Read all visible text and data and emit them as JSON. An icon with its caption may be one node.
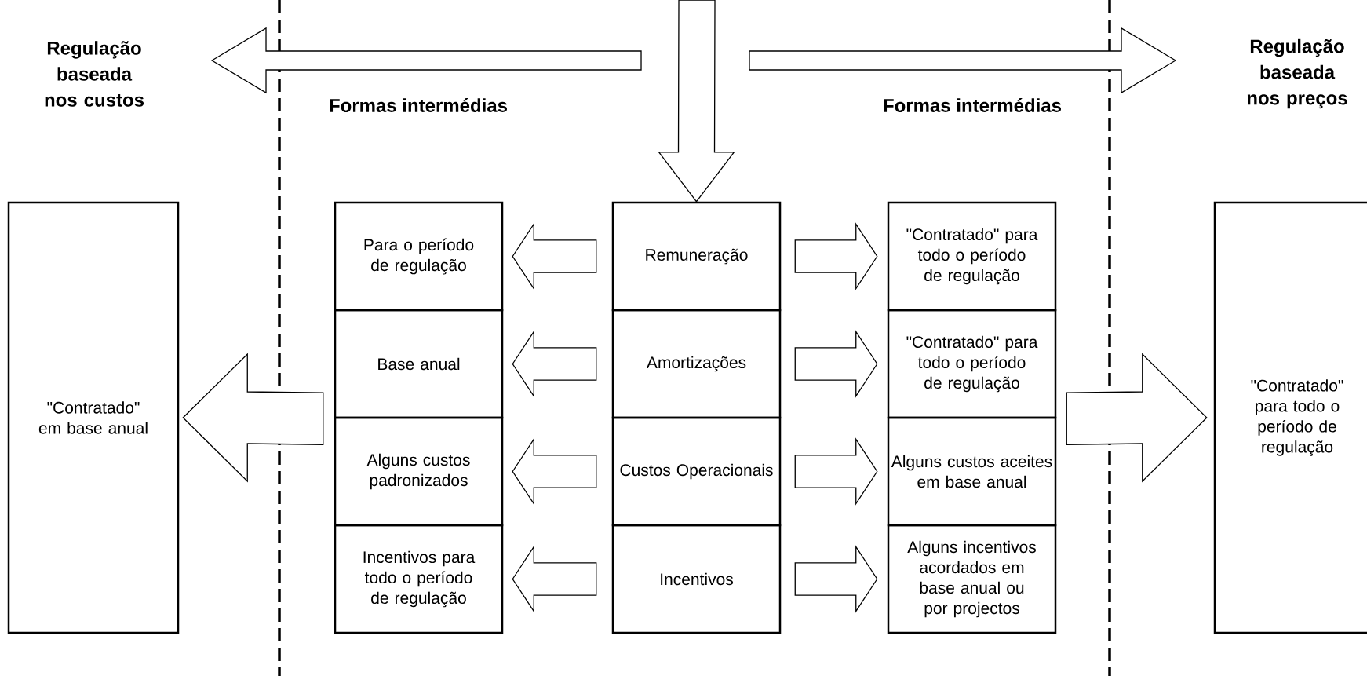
{
  "diagram": {
    "nodes": [
      {
        "text": [
          "\"Contratado\" em base anual"
        ]
      },
      {
        "text": [
          "Para o período de regulação"
        ]
      },
      {
        "text": [
          "Base anual"
        ]
      },
      {
        "text": [
          "Alguns custos padronizados"
        ]
      },
      {
        "text": [
          "Incentivos para todo o período de regulação"
        ]
      },
      {
        "text": [
          "Remuneração"
        ]
      },
      {
        "text": [
          "Amortizações"
        ]
      },
      {
        "text": [
          "Custos Operacionais"
        ]
      },
      {
        "text": [
          "Incentivos"
        ]
      },
      {
        "text": [
          "\"Contratado\" para todo o período de regulação"
        ]
      },
      {
        "text": [
          "\"Contratado\" para todo o período de regulação"
        ]
      },
      {
        "text": [
          "Alguns custos aceites em base anual"
        ]
      },
      {
        "text": [
          "Alguns incentivos acordados em base anual ou por projectos"
        ]
      },
      {
        "text": [
          "\"Contratado\" para todo o período de regulação"
        ]
      }
    ],
    "edges": [
      {
        "from": null,
        "to": 5,
        "arrow": "to"
      },
      {
        "from": 5,
        "to": 1,
        "arrow": "to"
      },
      {
        "from": 6,
        "to": 2,
        "arrow": "to"
      },
      {
        "from": 7,
        "to": 3,
        "arrow": "to"
      },
      {
        "from": 8,
        "to": 4,
        "arrow": "to"
      },
      {
        "from": 5,
        "to": 9,
        "arrow": "to"
      },
      {
        "from": 6,
        "to": 10,
        "arrow": "to"
      },
      {
        "from": 7,
        "to": 11,
        "arrow": "to"
      },
      {
        "from": 8,
        "to": 12,
        "arrow": "to"
      },
      {
        "from": 2,
        "to": 0,
        "arrow": "to"
      },
      {
        "from": 10,
        "to": 13,
        "arrow": "to"
      }
    ],
    "labels": [
      "Regulação baseada nos custos",
      "Regulação baseada nos preços",
      "Formas intermédias",
      "Formas intermédias"
    ]
  }
}
